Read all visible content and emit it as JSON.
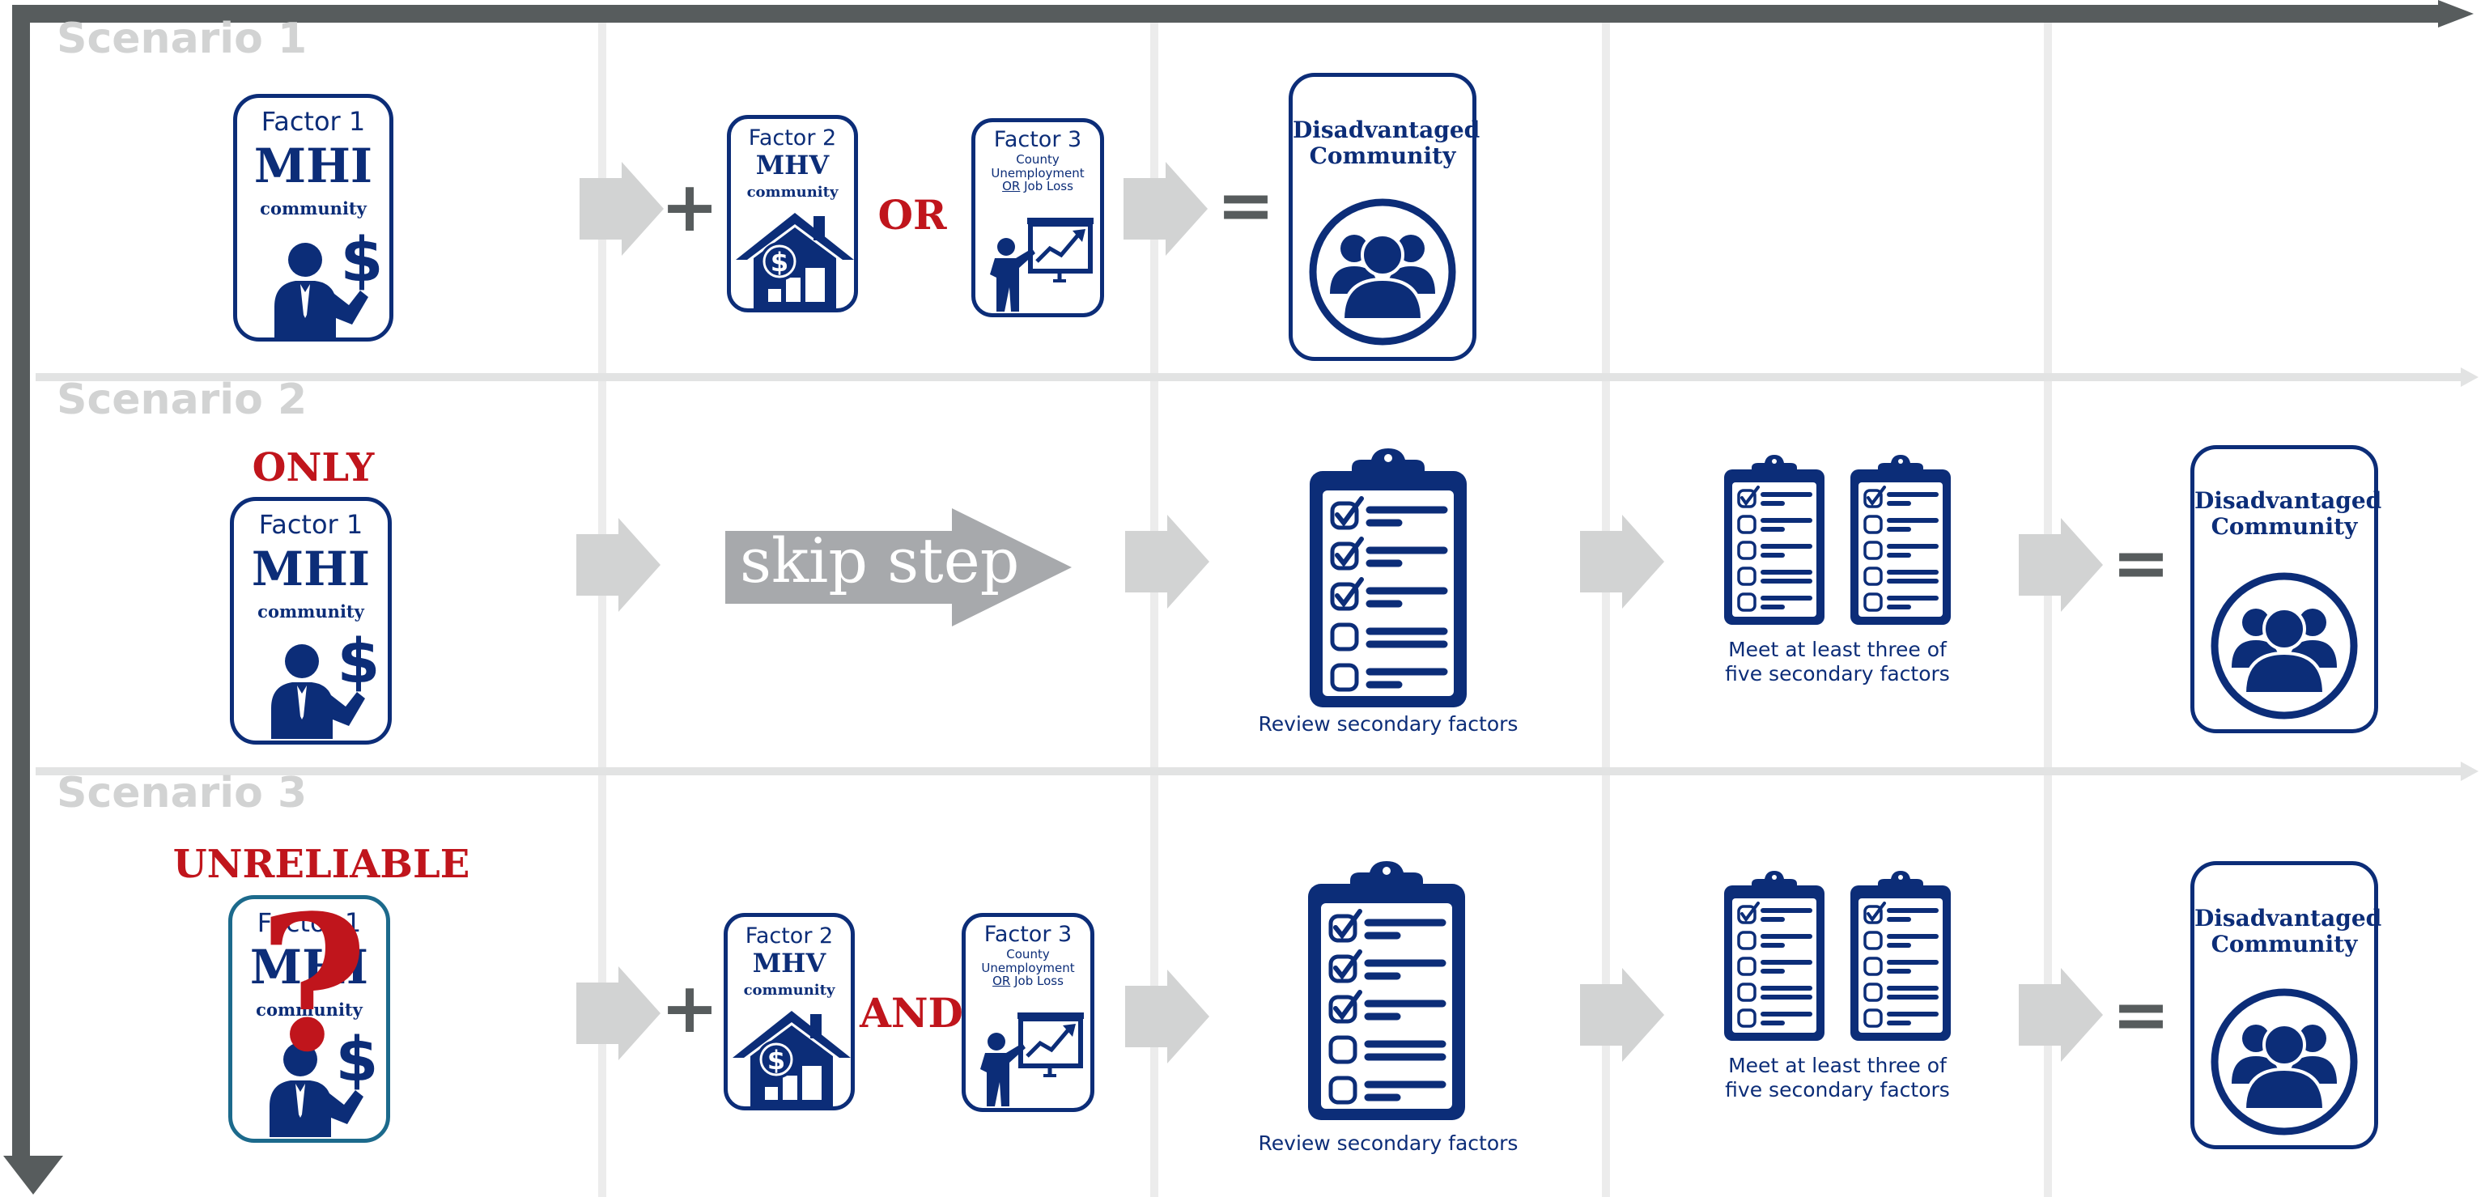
{
  "scenarios": [
    {
      "label": "Scenario 1"
    },
    {
      "label": "Scenario 2"
    },
    {
      "label": "Scenario 3"
    }
  ],
  "factor1": {
    "title": "Factor 1",
    "big": "MHI",
    "small": "community"
  },
  "factor2": {
    "title": "Factor 2",
    "big": "MHV",
    "small": "community"
  },
  "factor3": {
    "title": "Factor 3",
    "line1": "County",
    "line2": "Unemployment",
    "line3_or": "OR",
    "line3_rest": " Job Loss"
  },
  "operators": {
    "plus": "+",
    "or": "OR",
    "and": "AND",
    "equals": "=",
    "only": "ONLY",
    "unreliable": "UNRELIABLE",
    "question": "?"
  },
  "skip_step": "skip step",
  "disadvantaged": {
    "line1": "Disadvantaged",
    "line2": "Community"
  },
  "captions": {
    "review": "Review secondary factors",
    "meet_line1": "Meet at least three of",
    "meet_line2": "five secondary factors"
  },
  "colors": {
    "navy": "#0c2d78",
    "red": "#c0151c",
    "frame": "#575c5d",
    "light_gray": "#d2d3d3",
    "gray_arrow": "#a7a9ac",
    "teal": "#1c6a8c"
  },
  "icons": [
    "person-dollar-icon",
    "house-dollar-icon",
    "presenter-chart-icon",
    "community-group-icon",
    "clipboard-checklist-icon",
    "chevron-arrow-icon"
  ]
}
